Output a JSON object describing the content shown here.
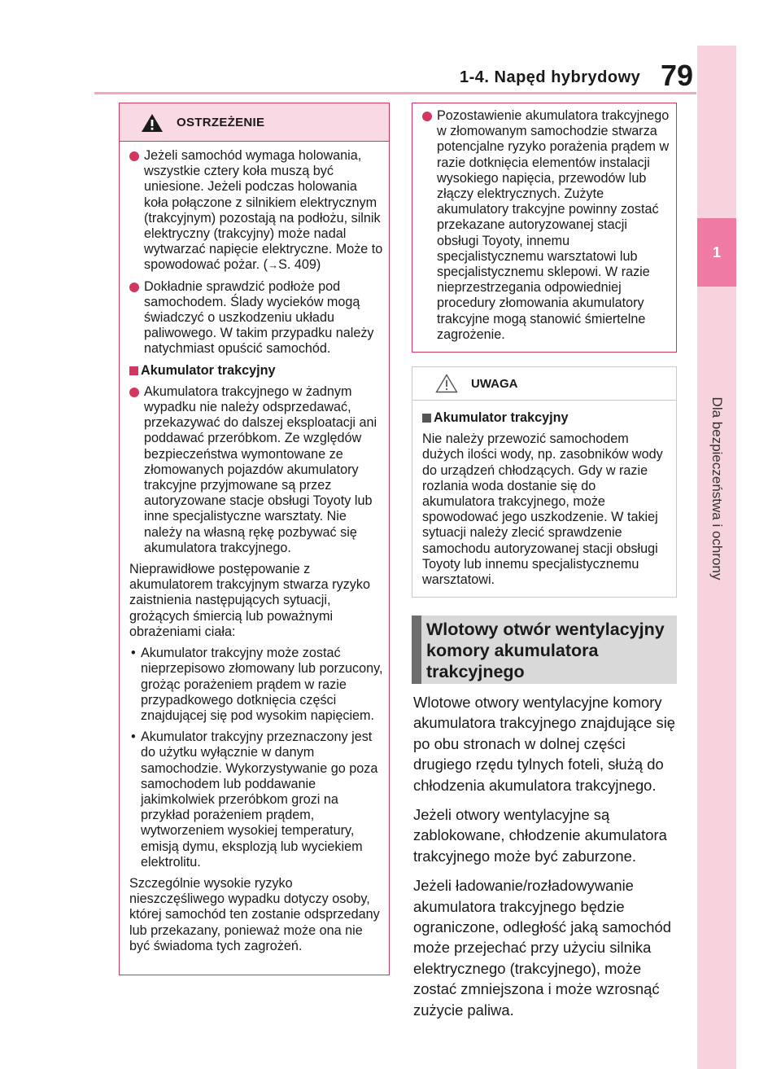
{
  "header": {
    "section": "1-4. Napęd hybrydowy",
    "page_number": "79"
  },
  "side_tab": {
    "chapter_number": "1",
    "chapter_title": "Dla bezpieczeństwa i ochrony"
  },
  "warning_box": {
    "title": "OSTRZEŻENIE",
    "items": [
      "Jeżeli samochód wymaga holowania, wszystkie cztery koła muszą być uniesione. Jeżeli podczas holowania koła połączone z silnikiem elektrycznym (trakcyjnym) pozostają na podłożu, silnik elektryczny (trakcyjny) może nadal wytwarzać napięcie elektryczne. Może to spowodować pożar.",
      "Dokładnie sprawdzić podłoże pod samochodem. Ślady wycieków mogą świadczyć o uszkodzeniu układu paliwowego. W takim przypadku należy natychmiast opuścić samochód."
    ],
    "ref_arrow": "→",
    "ref_text": "S. 409",
    "subheading": "Akumulator trakcyjny",
    "item3": "Akumulatora trakcyjnego w żadnym wypadku nie należy odsprzedawać, przekazywać do dalszej eksploatacji ani poddawać przeróbkom. Ze względów bezpieczeństwa wymontowane ze złomowanych pojazdów akumulatory trakcyjne przyjmowane są przez autoryzowane stacje obsługi Toyoty lub inne specjalistyczne warsztaty. Nie należy na własną rękę pozbywać się akumulatora trakcyjnego.",
    "para1": "Nieprawidłowe postępowanie z akumulatorem trakcyjnym stwarza ryzyko zaistnienia następujących sytuacji, grożących śmiercią lub poważnymi obrażeniami ciała:",
    "dash_items": [
      "Akumulator trakcyjny może zostać nieprzepisowo złomowany lub porzucony, grożąc porażeniem prądem w razie przypadkowego dotknięcia części znajdującej się pod wysokim napięciem.",
      "Akumulator trakcyjny przeznaczony jest do użytku wyłącznie w danym samochodzie. Wykorzystywanie go poza samochodem lub poddawanie jakimkolwiek przeróbkom grozi na przykład porażeniem prądem, wytworzeniem wysokiej temperatury, emisją dymu, eksplozją lub wyciekiem elektrolitu."
    ],
    "para2": "Szczególnie wysokie ryzyko nieszczęśliwego wypadku dotyczy osoby, której samochód ten zostanie odsprzedany lub przekazany, ponieważ może ona nie być świadoma tych zagrożeń.",
    "continued_item": "Pozostawienie akumulatora trakcyjnego w złomowanym samochodzie stwarza potencjalne ryzyko porażenia prądem w razie dotknięcia elementów instalacji wysokiego napięcia, przewodów lub złączy elektrycznych. Zużyte akumulatory trakcyjne powinny zostać przekazane autoryzowanej stacji obsługi Toyoty, innemu specjalistycznemu warsztatowi lub specjalistycznemu sklepowi. W razie nieprzestrzegania odpowiedniej procedury złomowania akumulatory trakcyjne mogą stanowić śmiertelne zagrożenie."
  },
  "notice_box": {
    "title": "UWAGA",
    "subheading": "Akumulator trakcyjny",
    "text": "Nie należy przewozić samochodem dużych ilości wody, np. zasobników wody do urządzeń chłodzących. Gdy w razie rozlania woda dostanie się do akumulatora trakcyjnego, może spowodować jego uszkodzenie. W takiej sytuacji należy zlecić sprawdzenie samochodu autoryzowanej stacji obsługi Toyoty lub innemu specjalistycznemu warsztatowi."
  },
  "topic": {
    "heading": "Wlotowy otwór wentylacyjny komory akumulatora trakcyjnego",
    "paragraphs": [
      "Wlotowe otwory wentylacyjne komory akumulatora trakcyjnego znajdujące się po obu stronach w dolnej części drugiego rzędu tylnych foteli, służą do chłodzenia akumulatora trakcyjnego.",
      "Jeżeli otwory wentylacyjne są zablokowane, chłodzenie akumulatora trakcyjnego może być zaburzone.",
      "Jeżeli ładowanie/rozładowywanie akumulatora trakcyjnego będzie ograniczone, odległość jaką samochód może przejechać przy użyciu silnika elektrycznego (trakcyjnego), może zostać zmniejszona i może wzrosnąć zużycie paliwa."
    ]
  },
  "colors": {
    "accent": "#d2385f",
    "tab": "#ef7aa3",
    "tab_light": "#f7d3de"
  }
}
